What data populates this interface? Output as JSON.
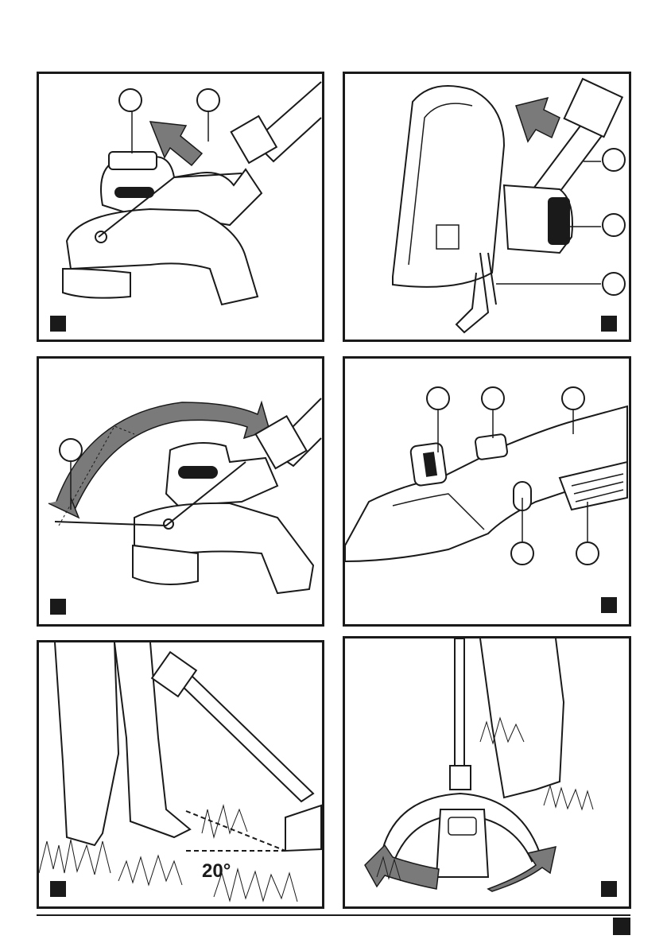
{
  "figures": [
    {
      "id": "A",
      "callouts": 2
    },
    {
      "id": "B",
      "callouts": 3
    },
    {
      "id": "C",
      "callouts": 1
    },
    {
      "id": "D",
      "callouts": 5
    },
    {
      "id": "E",
      "callouts": 0,
      "angle_label": "20°"
    },
    {
      "id": "F",
      "callouts": 0
    }
  ],
  "colors": {
    "line": "#1a1a1a",
    "arrow_fill": "#7a7a7a",
    "background": "#ffffff"
  }
}
